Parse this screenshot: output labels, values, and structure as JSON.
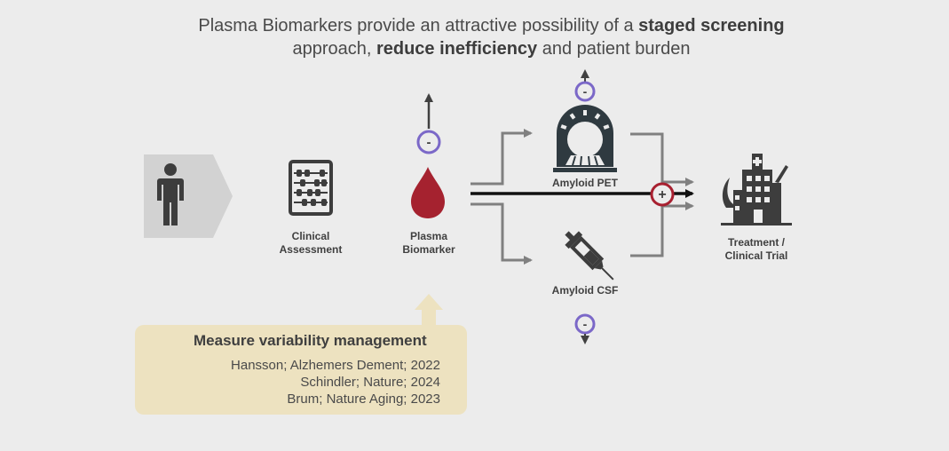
{
  "title": {
    "part1": "Plasma Biomarkers provide an attractive possibility of a ",
    "bold1": "staged screening",
    "part2": "approach, ",
    "bold2": "reduce inefficiency",
    "part3": " and patient burden"
  },
  "nodes": {
    "patient": {
      "icon": "person-icon"
    },
    "clinical": {
      "line1": "Clinical",
      "line2": "Assessment",
      "icon": "abacus-icon"
    },
    "plasma": {
      "line1": "Plasma",
      "line2": "Biomarker",
      "icon": "blood-drop-icon"
    },
    "pet": {
      "label": "Amyloid PET",
      "icon": "pet-scanner-icon"
    },
    "csf": {
      "label": "Amyloid CSF",
      "icon": "syringe-icon"
    },
    "treatment": {
      "line1": "Treatment /",
      "line2": "Clinical Trial",
      "icon": "hospital-icon"
    }
  },
  "markers": {
    "negative": "-",
    "positive": "+"
  },
  "references": {
    "heading": "Measure variability management",
    "items": [
      "Hansson; Alzhemers Dement; 2022",
      "Schindler; Nature; 2024",
      "Brum; Nature Aging; 2023"
    ]
  },
  "colors": {
    "negative": "#7b68c8",
    "positive": "#a82030",
    "blood": "#a5222f",
    "icon": "#3d3d3d",
    "arrow_gray": "#808080",
    "box": "#ede2c0"
  }
}
